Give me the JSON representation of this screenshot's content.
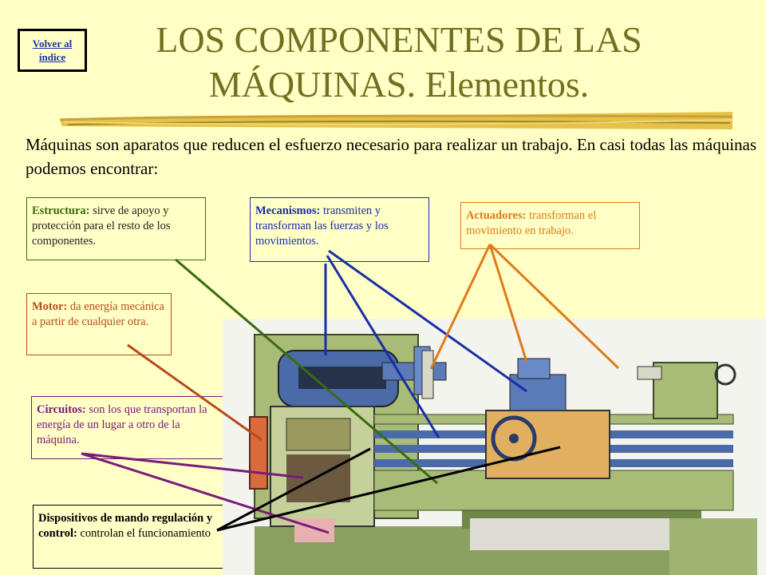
{
  "nav": {
    "back_label": "Volver al índice"
  },
  "slide": {
    "title_line1": "LOS COMPONENTES DE LAS",
    "title_line2": "MÁQUINAS. Elementos.",
    "intro": "Máquinas son aparatos que reducen el esfuerzo necesario para realizar un trabajo. En casi todas las máquinas podemos encontrar:"
  },
  "components": [
    {
      "term": "Estructura:",
      "desc": " sirve de apoyo y protección para el resto de los componentes.",
      "color": "#3a6b0e"
    },
    {
      "term": "Mecanismos:",
      "desc": " transmiten y transforman las fuerzas y los movimientos.",
      "color": "#1a2ea8"
    },
    {
      "term": "Actuadores:",
      "desc": " transforman el movimiento en trabajo.",
      "color": "#e07a1a"
    },
    {
      "term": "Motor:",
      "desc": " da energía mecánica a partir de cualquier otra.",
      "color": "#b84a1c"
    },
    {
      "term": "Circuitos:",
      "desc": " son los que transportan la energía de un lugar a otro de la máquina.",
      "color": "#7a1a7a"
    },
    {
      "term": "Dispositivos de mando regulación y control:",
      "desc": " controlan el funcionamiento",
      "color": "#000000"
    }
  ],
  "colors": {
    "background": "#ffffc6",
    "title": "#707020",
    "link": "#1f33a8"
  }
}
